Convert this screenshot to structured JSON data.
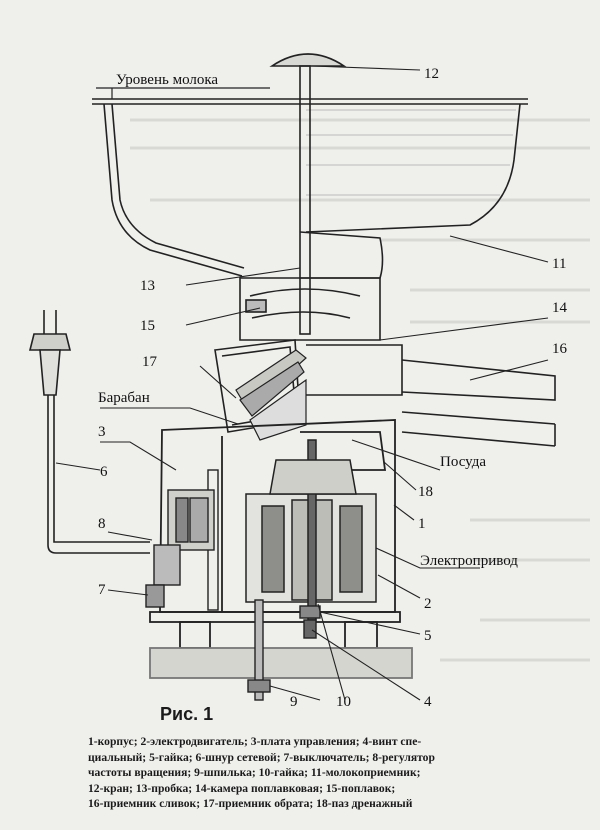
{
  "diagram": {
    "figure_title": "Рис. 1",
    "word_labels": {
      "milk_level": "Уровень молока",
      "drum": "Барабан",
      "vessel": "Посуда",
      "drive": "Электропривод"
    },
    "number_labels": {
      "n1": "1",
      "n2": "2",
      "n3": "3",
      "n4": "4",
      "n5": "5",
      "n6": "6",
      "n7": "7",
      "n8": "8",
      "n9": "9",
      "n10": "10",
      "n11": "11",
      "n12": "12",
      "n13": "13",
      "n14": "14",
      "n15": "15",
      "n16": "16",
      "n17": "17",
      "n18": "18"
    },
    "caption_lines": [
      "1-корпус; 2-электродвигатель; 3-плата управления; 4-винт спе-",
      "циальный; 5-гайка; 6-шнур сетевой; 7-выключатель; 8-регулятор",
      "частоты вращения; 9-шпилька; 10-гайка; 11-молокоприемник;",
      "12-кран; 13-пробка; 14-камера поплавковая; 15-поплавок;",
      "16-приемник сливок; 17-приемник обрата; 18-паз дренажный"
    ]
  }
}
